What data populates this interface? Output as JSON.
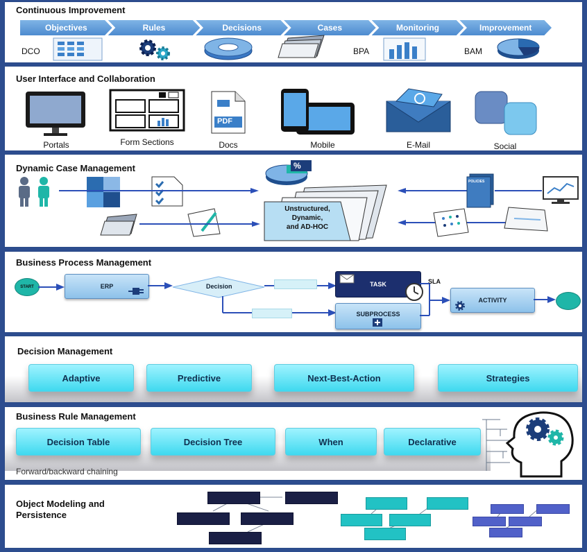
{
  "continuous_improvement": {
    "title": "Continuous Improvement",
    "chevrons": [
      "Objectives",
      "Rules",
      "Decisions",
      "Cases",
      "Monitoring",
      "Improvement"
    ],
    "dco_label": "DCO",
    "bpa_label": "BPA",
    "bam_label": "BAM"
  },
  "ui_collab": {
    "title": "User Interface and Collaboration",
    "items": [
      "Portals",
      "Form Sections",
      "Docs",
      "Mobile",
      "E-Mail",
      "Social"
    ],
    "pdf_text": "PDF"
  },
  "case_mgmt": {
    "title": "Dynamic Case Management",
    "folder_text": [
      "Unstructured,",
      "Dynamic,",
      "and AD-HOC"
    ],
    "percent_text": "%",
    "policies_text": "POLICIES"
  },
  "bpm": {
    "title": "Business Process Management",
    "start": "START",
    "erp": "ERP",
    "decision": "Decision",
    "task": "TASK",
    "sla": "SLA",
    "subprocess": "SUBPROCESS",
    "activity": "ACTIVITY"
  },
  "decision_mgmt": {
    "title": "Decision Management",
    "items": [
      "Adaptive",
      "Predictive",
      "Next-Best-Action",
      "Strategies"
    ]
  },
  "rule_mgmt": {
    "title": "Business Rule Management",
    "items": [
      "Decision Table",
      "Decision Tree",
      "When",
      "Declarative"
    ],
    "footnote": "Forward/backward chaining"
  },
  "object_modeling": {
    "title_line1": "Object Modeling and",
    "title_line2": "Persistence"
  },
  "colors": {
    "frame": "#2d4d8f",
    "chevron": "#5a96d6",
    "pill": "#5fe3f5",
    "dark_box": "#1a1f45",
    "teal_box": "#22c2c4",
    "blue_box": "#5161c9"
  }
}
